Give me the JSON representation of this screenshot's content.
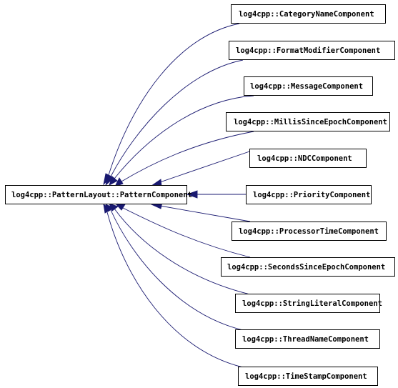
{
  "diagram": {
    "base": {
      "label": "log4cpp::PatternLayout::PatternComponent"
    },
    "derived": [
      {
        "label": "log4cpp::CategoryNameComponent"
      },
      {
        "label": "log4cpp::FormatModifierComponent"
      },
      {
        "label": "log4cpp::MessageComponent"
      },
      {
        "label": "log4cpp::MillisSinceEpochComponent"
      },
      {
        "label": "log4cpp::NDCComponent"
      },
      {
        "label": "log4cpp::PriorityComponent"
      },
      {
        "label": "log4cpp::ProcessorTimeComponent"
      },
      {
        "label": "log4cpp::SecondsSinceEpochComponent"
      },
      {
        "label": "log4cpp::StringLiteralComponent"
      },
      {
        "label": "log4cpp::ThreadNameComponent"
      },
      {
        "label": "log4cpp::TimeStampComponent"
      }
    ],
    "colors": {
      "edge": "#191970",
      "box_border": "#000000",
      "box_fill": "#ffffff",
      "text": "#000000"
    }
  }
}
